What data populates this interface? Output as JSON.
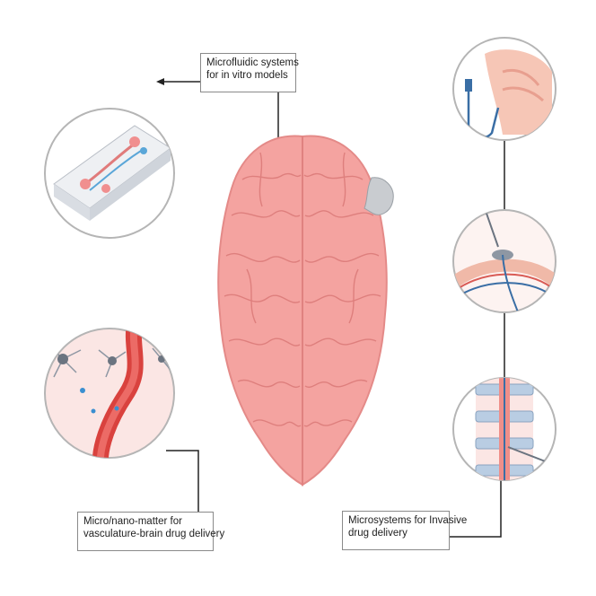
{
  "labels": {
    "microfluidic": [
      "Microfluidic systems",
      "for in vitro models"
    ],
    "nano": [
      "Micro/nano-matter for",
      "vasculature-brain drug delivery"
    ],
    "invasive": [
      "Microsystems for Invasive",
      "drug delivery"
    ]
  },
  "panels": [
    {
      "name": "microfluidic-chip",
      "description": "chip"
    },
    {
      "name": "vasculature-neurons"
    },
    {
      "name": "intranasal-delivery"
    },
    {
      "name": "intracranial-delivery"
    },
    {
      "name": "intrathecal-delivery"
    }
  ],
  "colors": {
    "brain": "#f4a3a0",
    "brain_outline": "#e48a88",
    "circle_border": "#b5b5b5",
    "vessel": "#d9423e",
    "tube": "#3a6ea5",
    "connector": "#222222"
  }
}
